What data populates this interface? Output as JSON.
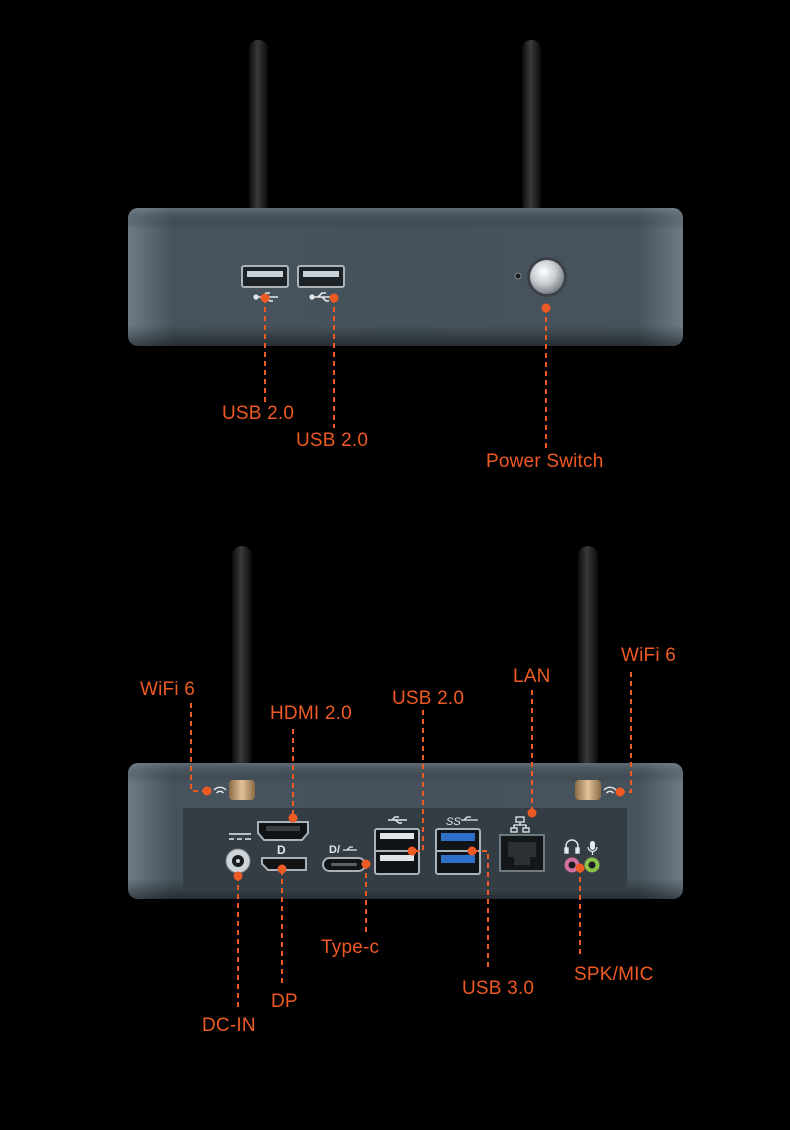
{
  "colors": {
    "accent": "#ee5a24",
    "background": "#000000",
    "case_body": "#4b5761"
  },
  "front_view": {
    "labels": {
      "usb_a": "USB 2.0",
      "usb_b": "USB 2.0",
      "power": "Power Switch"
    }
  },
  "rear_view": {
    "labels": {
      "wifi_left": "WiFi 6",
      "wifi_right": "WiFi 6",
      "hdmi": "HDMI 2.0",
      "usb2": "USB 2.0",
      "lan": "LAN",
      "dc_in": "DC-IN",
      "dp": "DP",
      "type_c": "Type-c",
      "usb3": "USB 3.0",
      "spk_mic": "SPK/MIC"
    },
    "port_icons": [
      "wifi-icon",
      "hdmi-icon",
      "dp-icon",
      "usb-icon",
      "usb3-ss-icon",
      "lan-icon",
      "headphone-icon",
      "microphone-icon",
      "dc-icon"
    ]
  }
}
